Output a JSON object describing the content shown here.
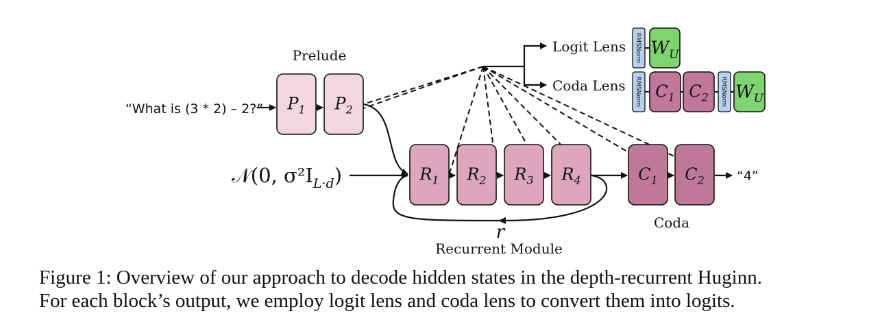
{
  "diagram": {
    "input_prompt": "“What is (3 * 2) – 2?”",
    "noise_input": "𝒩(0, σ²I",
    "noise_subscript": "L·d",
    "noise_close": ")",
    "output": "“4”",
    "loop_label": "r",
    "groups": {
      "prelude": "Prelude",
      "recurrent": "Recurrent Module",
      "coda": "Coda"
    },
    "prelude_blocks": [
      {
        "base": "P",
        "sub": "1"
      },
      {
        "base": "P",
        "sub": "2"
      }
    ],
    "recurrent_blocks": [
      {
        "base": "R",
        "sub": "1"
      },
      {
        "base": "R",
        "sub": "2"
      },
      {
        "base": "R",
        "sub": "3"
      },
      {
        "base": "R",
        "sub": "4"
      }
    ],
    "coda_blocks": [
      {
        "base": "C",
        "sub": "1"
      },
      {
        "base": "C",
        "sub": "2"
      }
    ],
    "lenses": {
      "logit_lens_label": "Logit Lens",
      "coda_lens_label": "Coda Lens",
      "norm_label": "RMSNorm",
      "unembed": {
        "base": "W",
        "sub": "U"
      },
      "coda_lens_blocks": [
        {
          "base": "C",
          "sub": "1"
        },
        {
          "base": "C",
          "sub": "2"
        }
      ]
    },
    "colors": {
      "prelude_fill": "#f2d6e1",
      "recurrent_fill": "#dda6bc",
      "coda_fill": "#c0789a",
      "norm_fill": "#b7d2ee",
      "unembed_fill": "#7ed56f",
      "stroke": "#111111"
    }
  },
  "caption": {
    "line1": "Figure 1: Overview of our approach to decode hidden states in the depth-recurrent Huginn.",
    "line2": "For each block’s output, we employ logit lens and coda lens to convert them into logits."
  }
}
